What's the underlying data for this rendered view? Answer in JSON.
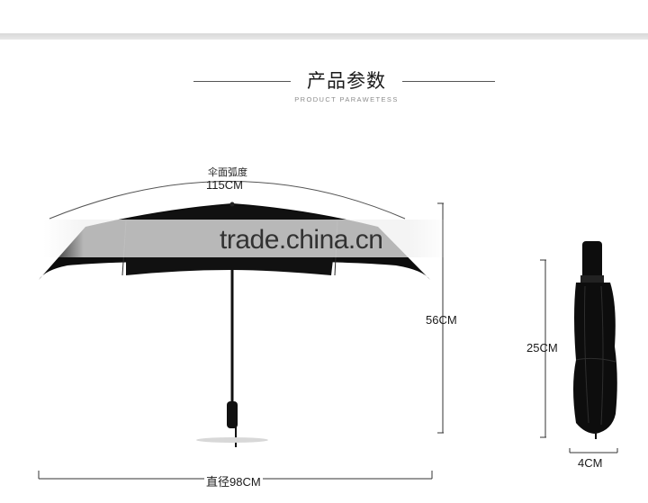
{
  "header": {
    "title": "产品参数",
    "subtitle": "PRODUCT PARAWETESS"
  },
  "dimensions": {
    "arc_label": "伞面弧度",
    "arc_value": "115CM",
    "open_height": "56CM",
    "diameter": "直径98CM",
    "folded_height": "25CM",
    "folded_width": "4CM"
  },
  "watermark": "trade.china.cn",
  "colors": {
    "canopy": "#0d0d0d",
    "background": "#ffffff",
    "measure_line": "#333333"
  }
}
